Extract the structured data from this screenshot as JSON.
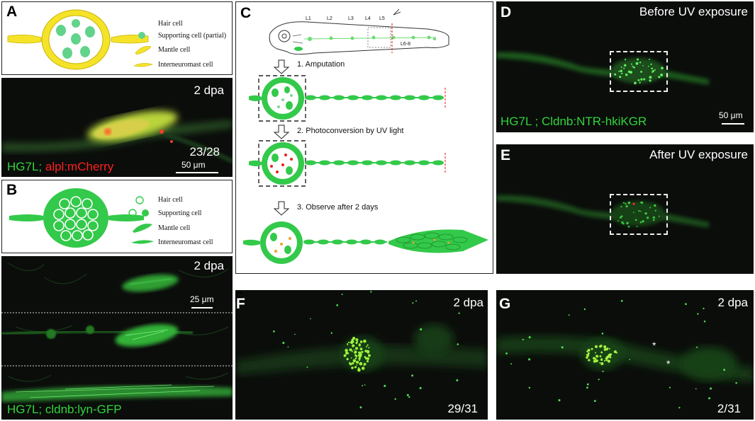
{
  "panels": {
    "A": {
      "label": "A",
      "legend": [
        "Hair cell",
        "Supporting cell (partial)",
        "Mantle cell",
        "Interneuromast cell"
      ],
      "colors": {
        "yellow": "#f5e32a",
        "green": "#62d38a"
      }
    },
    "A2": {
      "time": "2 dpa",
      "ratio": "23/28",
      "marker_green": "HG7L",
      "sep": "; ",
      "marker_red": "alpl:mCherry",
      "scale": "50 μm"
    },
    "B": {
      "label": "B",
      "legend": [
        "Hair cell",
        "Supporting cell",
        "Mantle cell",
        "Interneuromast cell"
      ],
      "colors": {
        "green": "#33c94a"
      }
    },
    "B2": {
      "time": "2 dpa",
      "scale": "25 μm",
      "marker_green": "HG7L; cldnb:lyn-GFP"
    },
    "C": {
      "label": "C",
      "neuromasts": [
        "L1",
        "L2",
        "L3",
        "L4",
        "L5",
        "L6-8"
      ],
      "steps": [
        "1. Amputation",
        "2. Photoconversion by UV light",
        "3. Observe after 2 days"
      ]
    },
    "D": {
      "label": "D",
      "title": "Before UV exposure",
      "marker_green": "HG7L ; Cldnb:NTR-hkiKGR",
      "scale": "50 μm"
    },
    "E": {
      "label": "E",
      "title": "After UV exposure"
    },
    "F": {
      "label": "F",
      "time": "2 dpa",
      "ratio": "29/31"
    },
    "G": {
      "label": "G",
      "time": "2 dpa",
      "ratio": "2/31",
      "asterisk": "*"
    }
  },
  "colors": {
    "fluor_green": "#2fd53a",
    "fluor_red": "#ff2020",
    "bg_dark": "#0b0d0b"
  }
}
